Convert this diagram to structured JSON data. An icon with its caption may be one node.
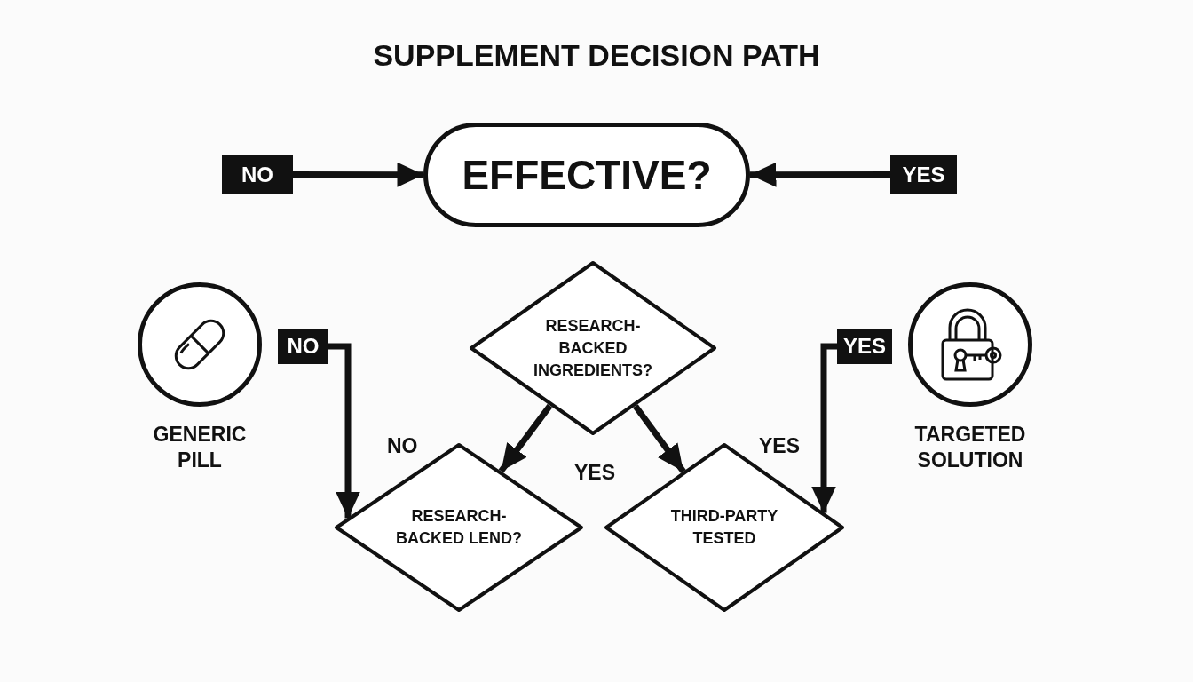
{
  "diagram": {
    "title": "SUPPLEMENT DECISION PATH",
    "nodes": [
      {
        "text": [
          "NO"
        ]
      },
      {
        "text": [
          "EFFECTIVE?"
        ]
      },
      {
        "text": [
          "YES"
        ]
      },
      {
        "text": [
          "GENERIC PILL"
        ]
      },
      {
        "text": [
          "NO"
        ]
      },
      {
        "text": [
          "RESEARCH-BACKED INGREDIENTS?"
        ]
      },
      {
        "text": [
          "TARGETED SOLUTION"
        ]
      },
      {
        "text": [
          "YES"
        ]
      },
      {
        "text": [
          "RESEARCH-BACKED LEND?"
        ]
      },
      {
        "text": [
          "THIRD-PARTY TESTED"
        ]
      }
    ],
    "edges": [
      {
        "from": 0,
        "to": 1,
        "arrow": "to"
      },
      {
        "from": 2,
        "to": 1,
        "arrow": "to"
      },
      {
        "from": 4,
        "to": 8,
        "arrow": "to"
      },
      {
        "from": 5,
        "to": 8,
        "arrow": "to"
      },
      {
        "from": 5,
        "to": 9,
        "arrow": "to"
      },
      {
        "from": 7,
        "to": 9,
        "arrow": "to"
      }
    ],
    "labels": [
      "NO",
      "YES",
      "YES"
    ]
  }
}
